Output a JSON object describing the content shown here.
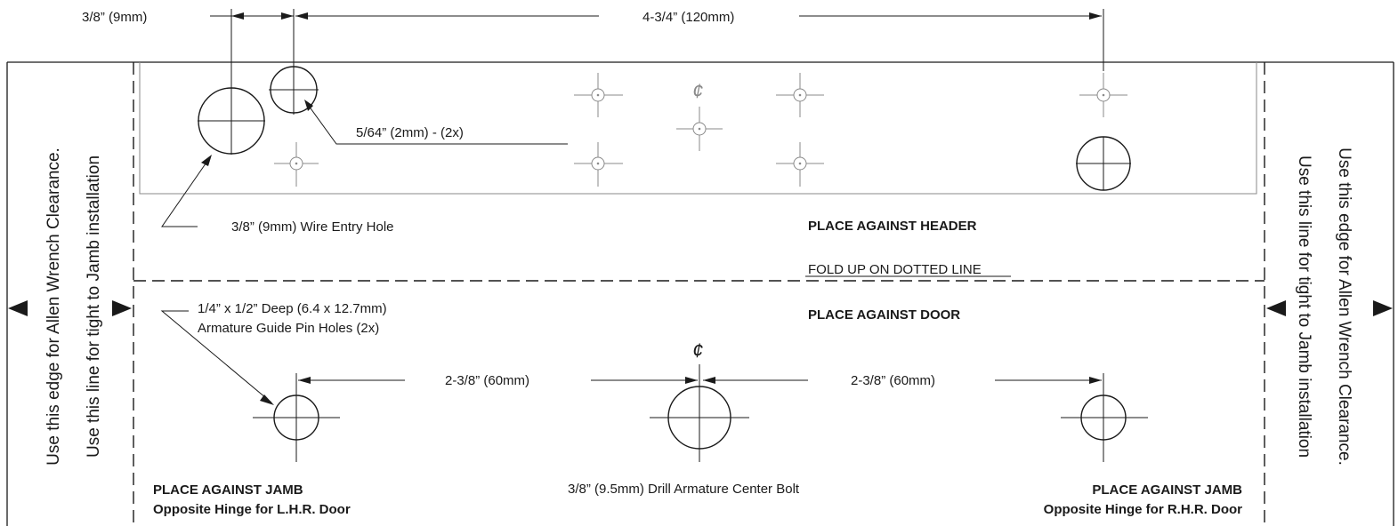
{
  "dimensions": {
    "top_left": "3/8” (9mm)",
    "top_wide": "4-3/4” (120mm)",
    "bottom_left": "2-3/8” (60mm)",
    "bottom_right": "2-3/8” (60mm)"
  },
  "labels": {
    "small_hole": "5/64” (2mm) - (2x)",
    "wire_entry": "3/8” (9mm) Wire Entry Hole",
    "header": "PLACE AGAINST HEADER",
    "fold": "FOLD UP ON DOTTED LINE",
    "door": "PLACE AGAINST DOOR",
    "pin_holes_1": "1/4” x 1/2” Deep (6.4 x 12.7mm)",
    "pin_holes_2": "Armature Guide Pin Holes (2x)",
    "center_bolt": "3/8” (9.5mm) Drill Armature Center Bolt",
    "jamb_left_1": "PLACE AGAINST JAMB",
    "jamb_left_2": "Opposite Hinge for L.H.R. Door",
    "jamb_right_1": "PLACE AGAINST JAMB",
    "jamb_right_2": "Opposite Hinge for R.H.R. Door",
    "centerline": "¢"
  },
  "side_text": {
    "edge": "Use this edge for Allen Wrench Clearance.",
    "line": "Use this line for tight to Jamb installation"
  }
}
